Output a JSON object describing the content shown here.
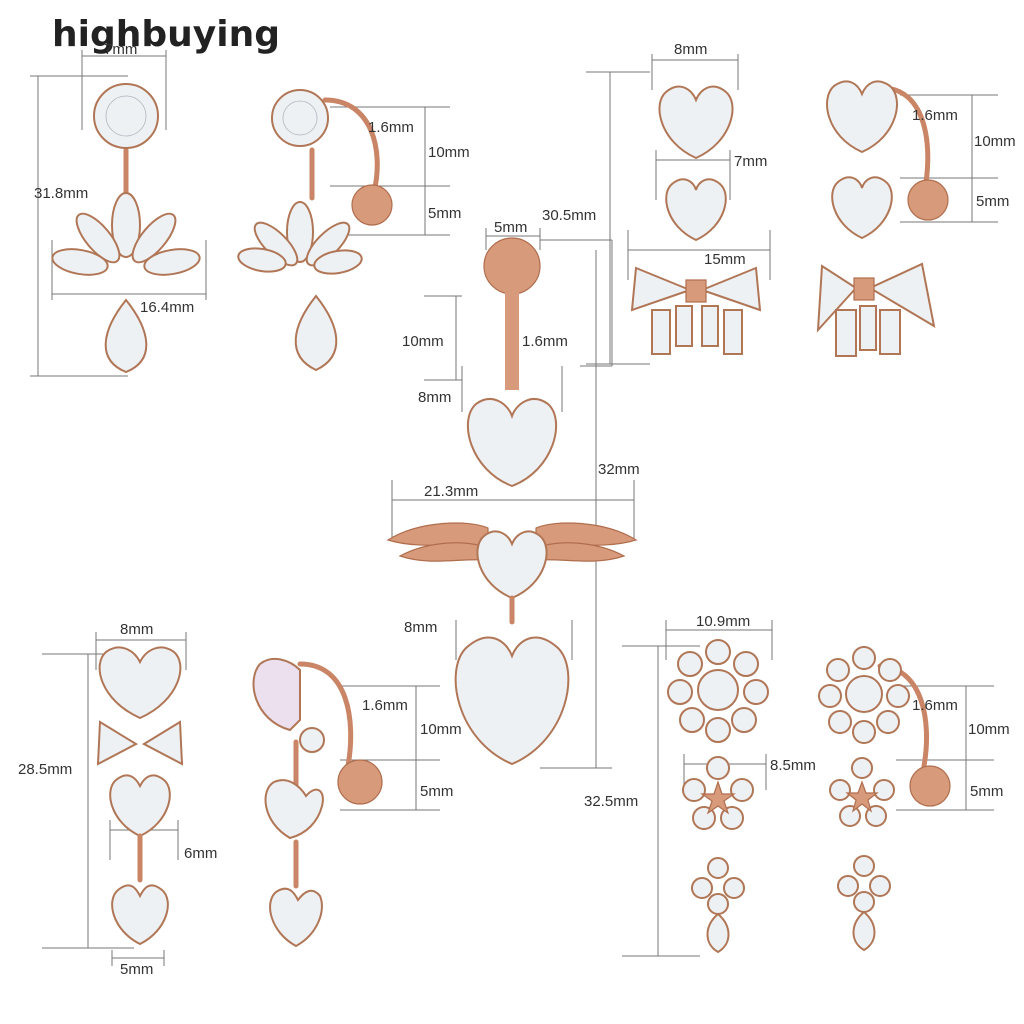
{
  "brand": {
    "watermark": "highbuying"
  },
  "colors": {
    "rose_gold": "#d79a7b",
    "rose_gold_dark": "#b06e4e",
    "crystal": "#eef1f4",
    "dimension_line": "#777777"
  },
  "products": [
    {
      "style": "flower-drop-front",
      "dimensions": [
        "7mm",
        "31.8mm",
        "16.4mm"
      ]
    },
    {
      "style": "flower-drop-side",
      "dimensions": [
        "1.6mm",
        "10mm",
        "5mm"
      ]
    },
    {
      "style": "winged-heart-center",
      "dimensions": [
        "5mm",
        "30.5mm",
        "10mm",
        "1.6mm",
        "8mm",
        "32mm",
        "21.3mm",
        "8mm"
      ]
    },
    {
      "style": "heart-bow-front",
      "dimensions": [
        "8mm",
        "7mm",
        "15mm"
      ]
    },
    {
      "style": "heart-bow-side",
      "dimensions": [
        "1.6mm",
        "10mm",
        "5mm"
      ]
    },
    {
      "style": "triple-heart-front",
      "dimensions": [
        "8mm",
        "28.5mm",
        "6mm",
        "5mm"
      ]
    },
    {
      "style": "triple-heart-side",
      "dimensions": [
        "1.6mm",
        "10mm",
        "5mm"
      ]
    },
    {
      "style": "flower-star-front",
      "dimensions": [
        "10.9mm",
        "8.5mm",
        "32.5mm"
      ]
    },
    {
      "style": "flower-star-side",
      "dimensions": [
        "1.6mm",
        "10mm",
        "5mm"
      ]
    }
  ]
}
